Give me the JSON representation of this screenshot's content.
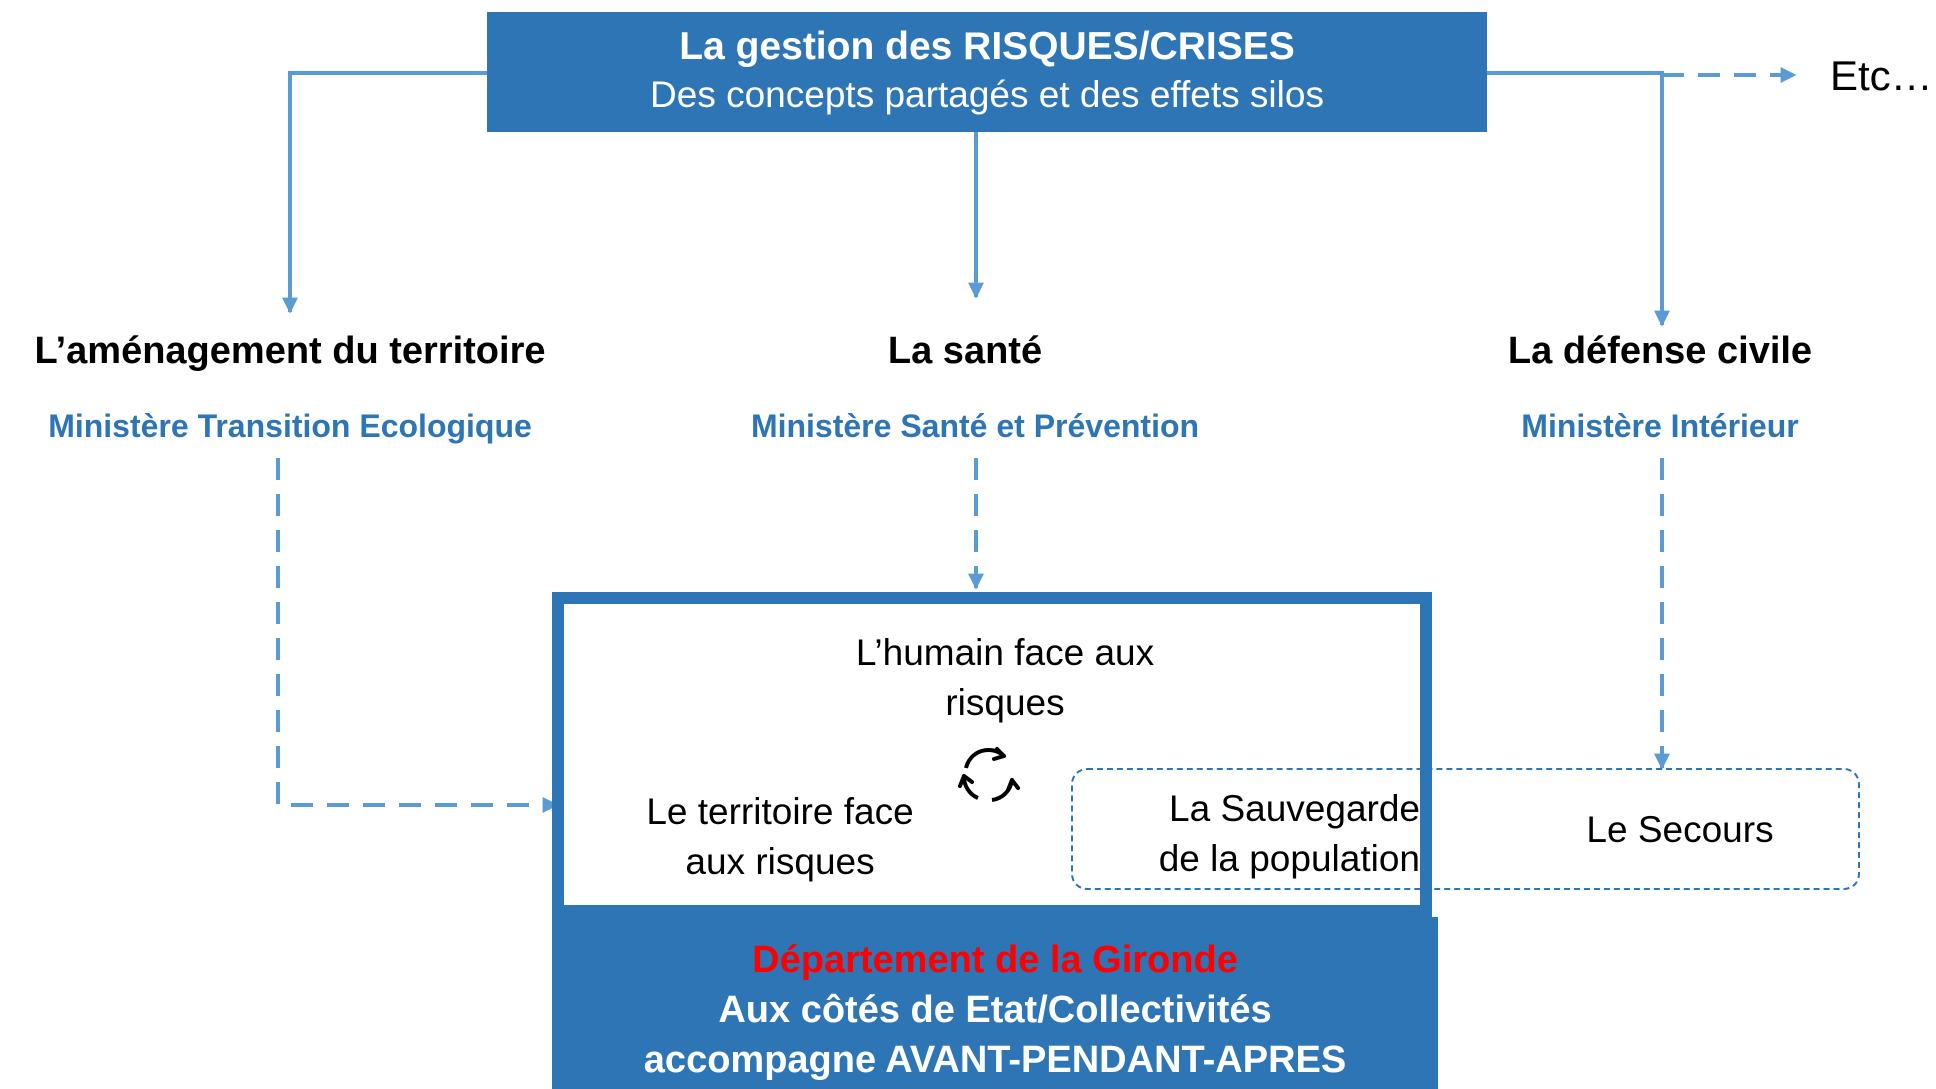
{
  "header": {
    "title": "La gestion des RISQUES/CRISES",
    "subtitle": "Des concepts partagés et des effets silos"
  },
  "etc_label": "Etc…",
  "domains": {
    "amenagement": {
      "title": "L’aménagement du territoire",
      "ministry": "Ministère Transition Ecologique"
    },
    "sante": {
      "title": "La santé",
      "ministry": "Ministère Santé et Prévention"
    },
    "defense": {
      "title": "La défense civile",
      "ministry": "Ministère Intérieur"
    }
  },
  "center": {
    "humain_line1": "L’humain face aux",
    "humain_line2": "risques",
    "territoire_line1": "Le territoire face",
    "territoire_line2": "aux risques",
    "sauvegarde_line1": "La Sauvegarde",
    "sauvegarde_line2": "de la population",
    "secours": "Le Secours"
  },
  "footer": {
    "line1": "Département de la Gironde",
    "line2": "Aux côtés de Etat/Collectivités",
    "line3": "accompagne AVANT-PENDANT-APRES"
  },
  "colors": {
    "primary_blue": "#2e75b6",
    "connector_blue": "#5b9bd5",
    "highlight_red": "#ff0000",
    "text_black": "#000000"
  },
  "icons": [
    "cycle-arrows-icon"
  ]
}
